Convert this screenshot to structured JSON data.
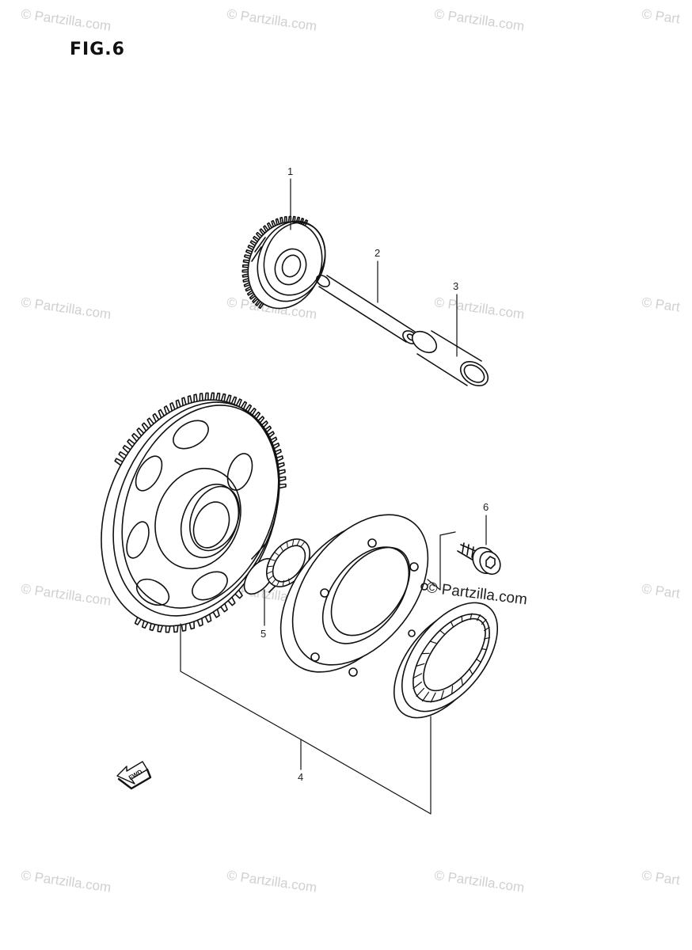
{
  "figure": {
    "title": "FIG.6"
  },
  "parts": [
    {
      "number": "1"
    },
    {
      "number": "2"
    },
    {
      "number": "3"
    },
    {
      "number": "4"
    },
    {
      "number": "5"
    },
    {
      "number": "6"
    }
  ],
  "direction_arrow": {
    "label": "FWD"
  },
  "watermark": {
    "text": "© Partzilla.com",
    "partial_text": "© Part"
  }
}
